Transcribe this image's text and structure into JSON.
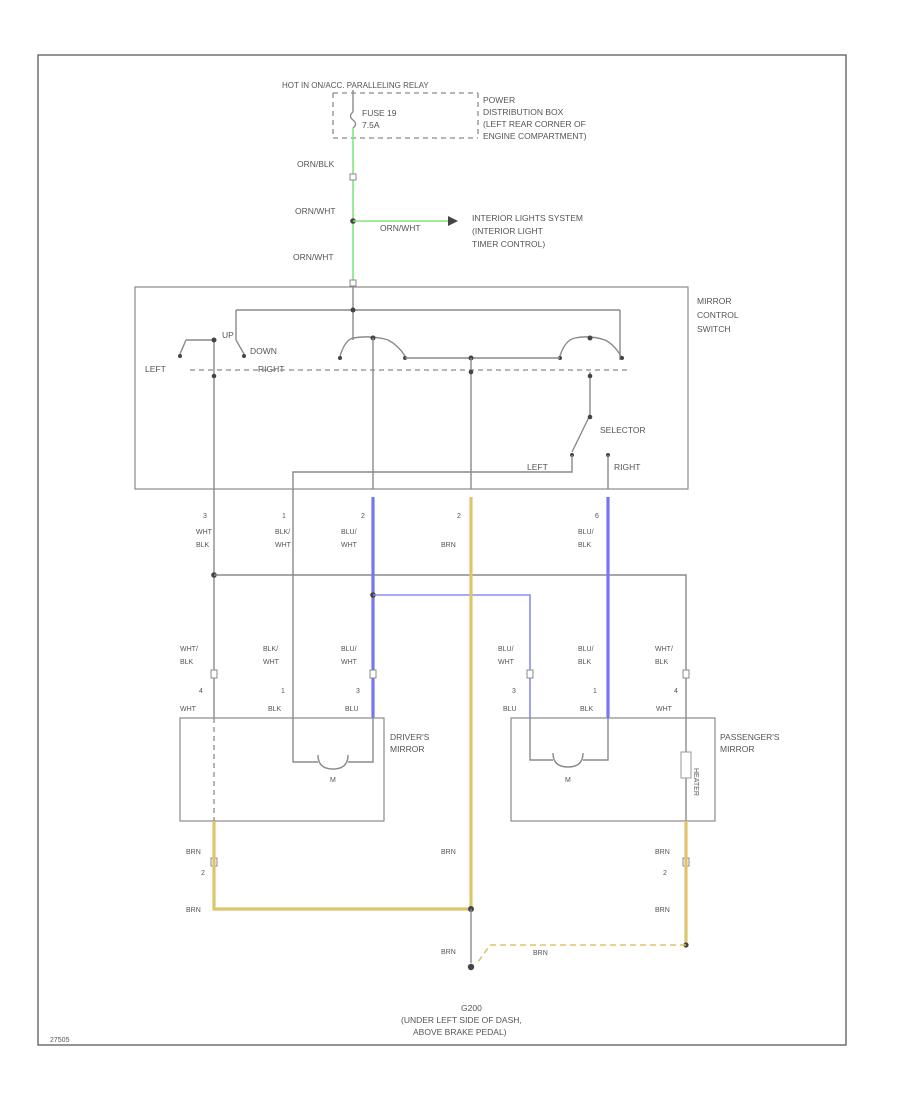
{
  "diagram": {
    "top_power_label": "HOT IN ON/ACC. PARALLELING RELAY",
    "fuse": {
      "name": "FUSE 19",
      "rating": "7.5A"
    },
    "power_dist_box": [
      "POWER",
      "DISTRIBUTION BOX",
      "(LEFT REAR CORNER OF",
      "ENGINE COMPARTMENT)"
    ],
    "wires": {
      "orn_blk": "ORN/BLK",
      "orn_wht_1": "ORN/WHT",
      "orn_wht_2": "ORN/WHT",
      "orn_wht_3": "ORN/WHT"
    },
    "interior_lights": [
      "INTERIOR LIGHTS SYSTEM",
      "(INTERIOR LIGHT",
      "TIMER CONTROL)"
    ],
    "mirror_control_switch": [
      "MIRROR",
      "CONTROL",
      "SWITCH"
    ],
    "switch_labels": {
      "up": "UP",
      "down": "DOWN",
      "left": "LEFT",
      "right": "RIGHT",
      "selector": "SELECTOR",
      "sel_left": "LEFT",
      "sel_right": "RIGHT"
    },
    "switch_pins": [
      {
        "num": "3",
        "c1": "WHT",
        "c2": "BLK"
      },
      {
        "num": "1",
        "c1": "BLK/",
        "c2": "WHT"
      },
      {
        "num": "2",
        "c1": "BLU/",
        "c2": "WHT"
      },
      {
        "num": "2",
        "c1": "BRN",
        "c2": ""
      },
      {
        "num": "6",
        "c1": "BLU/",
        "c2": "BLK"
      }
    ],
    "driver_mirror_pins": [
      {
        "c1": "WHT/",
        "c2": "BLK",
        "num": "4",
        "c3": "WHT"
      },
      {
        "c1": "BLK/",
        "c2": "WHT",
        "num": "1",
        "c3": "BLK"
      },
      {
        "c1": "BLU/",
        "c2": "WHT",
        "num": "3",
        "c3": "BLU"
      }
    ],
    "pass_mirror_pins": [
      {
        "c1": "BLU/",
        "c2": "WHT",
        "num": "3",
        "c3": "BLU"
      },
      {
        "c1": "BLU/",
        "c2": "BLK",
        "num": "1",
        "c3": "BLK"
      },
      {
        "c1": "WHT/",
        "c2": "BLK",
        "num": "4",
        "c3": "WHT"
      }
    ],
    "drivers_mirror": [
      "DRIVER'S",
      "MIRROR"
    ],
    "passengers_mirror": [
      "PASSENGER'S",
      "MIRROR"
    ],
    "motor_label": "M",
    "heater_label": "HEATER",
    "ground_wires": {
      "left_top": "BRN",
      "left_num": "2",
      "left_bottom": "BRN",
      "center": "BRN",
      "right_top": "BRN",
      "right_num": "2",
      "right_bottom": "BRN",
      "g_left": "BRN",
      "g_right": "BRN"
    },
    "ground": [
      "G200",
      "(UNDER LEFT SIDE OF DASH,",
      "ABOVE BRAKE PEDAL)"
    ],
    "figure_id": "27505"
  }
}
